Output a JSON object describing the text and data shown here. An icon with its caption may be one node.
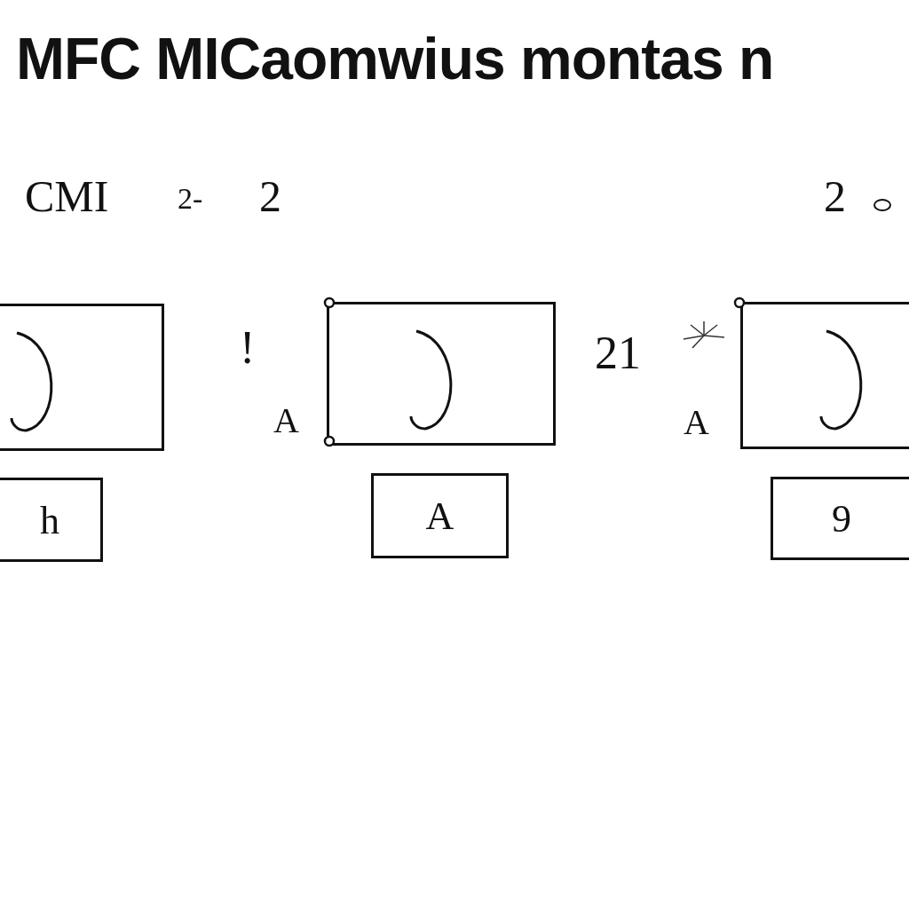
{
  "diagram": {
    "title": "MFC MICaomwius montas n",
    "nodes": [
      {
        "text": [],
        "shape": "box"
      },
      {
        "text": [],
        "shape": "box"
      },
      {
        "text": [],
        "shape": "box"
      },
      {
        "text": [
          "h"
        ]
      },
      {
        "text": [
          "A"
        ]
      },
      {
        "text": [
          "9"
        ]
      }
    ],
    "labels": [
      "CMI",
      "2-",
      "2",
      "2",
      "!",
      "A",
      "A",
      "21"
    ]
  }
}
